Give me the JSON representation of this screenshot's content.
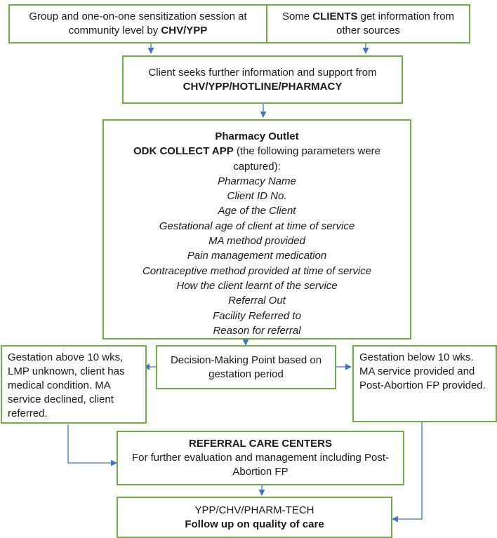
{
  "colors": {
    "box_border": "#70ad47",
    "arrow": "#4472c4"
  },
  "boxes": {
    "sensitization": {
      "text": "Group and one-on-one sensitization session at community level by ",
      "bold": "CHV/YPP"
    },
    "other_sources": {
      "pre": "Some ",
      "bold": "CLIENTS",
      "post": " get information from other sources"
    },
    "client_seeks": {
      "line1": "Client seeks further information and support from",
      "bold": "CHV/YPP/HOTLINE/PHARMACY"
    },
    "pharmacy": {
      "title": "Pharmacy Outlet",
      "app_bold": "ODK COLLECT APP",
      "app_rest": " (the following parameters were captured):",
      "parameters": [
        "Pharmacy Name",
        "Client ID No.",
        "Age of the Client",
        "Gestational age of client at time of service",
        "MA method provided",
        "Pain management medication",
        "Contraceptive method provided at time of service",
        "How the client learnt of the service",
        "Referral Out",
        "Facility Referred to",
        "Reason for referral"
      ]
    },
    "above_10": {
      "text": "Gestation above 10 wks, LMP unknown, client has medical condition. MA service declined, client referred."
    },
    "decision": {
      "text": "Decision-Making Point based on gestation period"
    },
    "below_10": {
      "text": "Gestation below 10 wks. MA service provided and Post-Abortion FP provided."
    },
    "referral": {
      "title": "REFERRAL CARE CENTERS",
      "text": "For further evaluation and management including Post-Abortion FP"
    },
    "followup": {
      "line1": "YPP/CHV/PHARM-TECH",
      "bold": "Follow up on quality of care"
    }
  }
}
